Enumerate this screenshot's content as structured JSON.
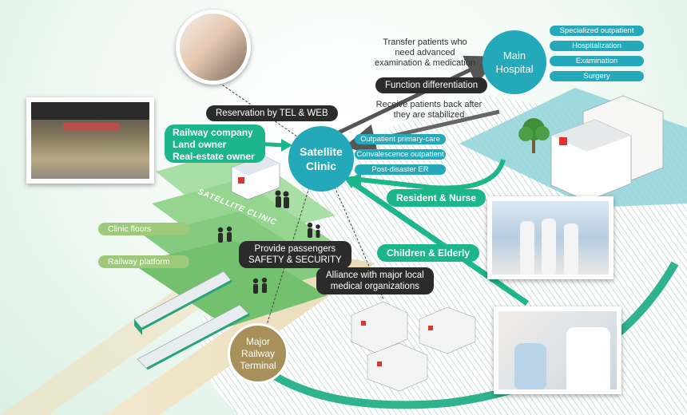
{
  "nodes": {
    "satellite": {
      "line1": "Satellite",
      "line2": "Clinic"
    },
    "hospital": {
      "line1": "Main",
      "line2": "Hospital"
    },
    "terminal": {
      "line1": "Major",
      "line2": "Railway",
      "line3": "Terminal"
    }
  },
  "hospital_services": [
    "Specialized outpatient",
    "Hospitalization",
    "Examination",
    "Surgery"
  ],
  "clinic_services": [
    "Outpatient primary-care",
    "Convalescence outpatient",
    "Post-disaster ER"
  ],
  "labels": {
    "transfer_line1": "Transfer patients who",
    "transfer_line2": "need advanced",
    "transfer_line3": "examination & medication",
    "function_diff": "Function differentiation",
    "receive_line1": "Receive patients back after",
    "receive_line2": "they are stabilized",
    "reservation": "Reservation by TEL & WEB",
    "owners_line1": "Railway company",
    "owners_line2": "Land owner",
    "owners_line3": "Real-estate owner",
    "resident_nurse": "Resident & Nurse",
    "children_elderly": "Children & Elderly",
    "clinic_floors": "Clinic floors",
    "railway_platform": "Railway platform",
    "provide_line1": "Provide passengers",
    "provide_line2": "SAFETY & SECURITY",
    "alliance_line1": "Alliance with major local",
    "alliance_line2": "medical organizations",
    "satellite_clinic_floor": "SATELLITE CLINIC"
  },
  "colors": {
    "teal": "#23a9b9",
    "green": "#1db58b",
    "dark": "#2b2b2b",
    "olive": "#9ec97b",
    "tan": "#a8905a"
  }
}
